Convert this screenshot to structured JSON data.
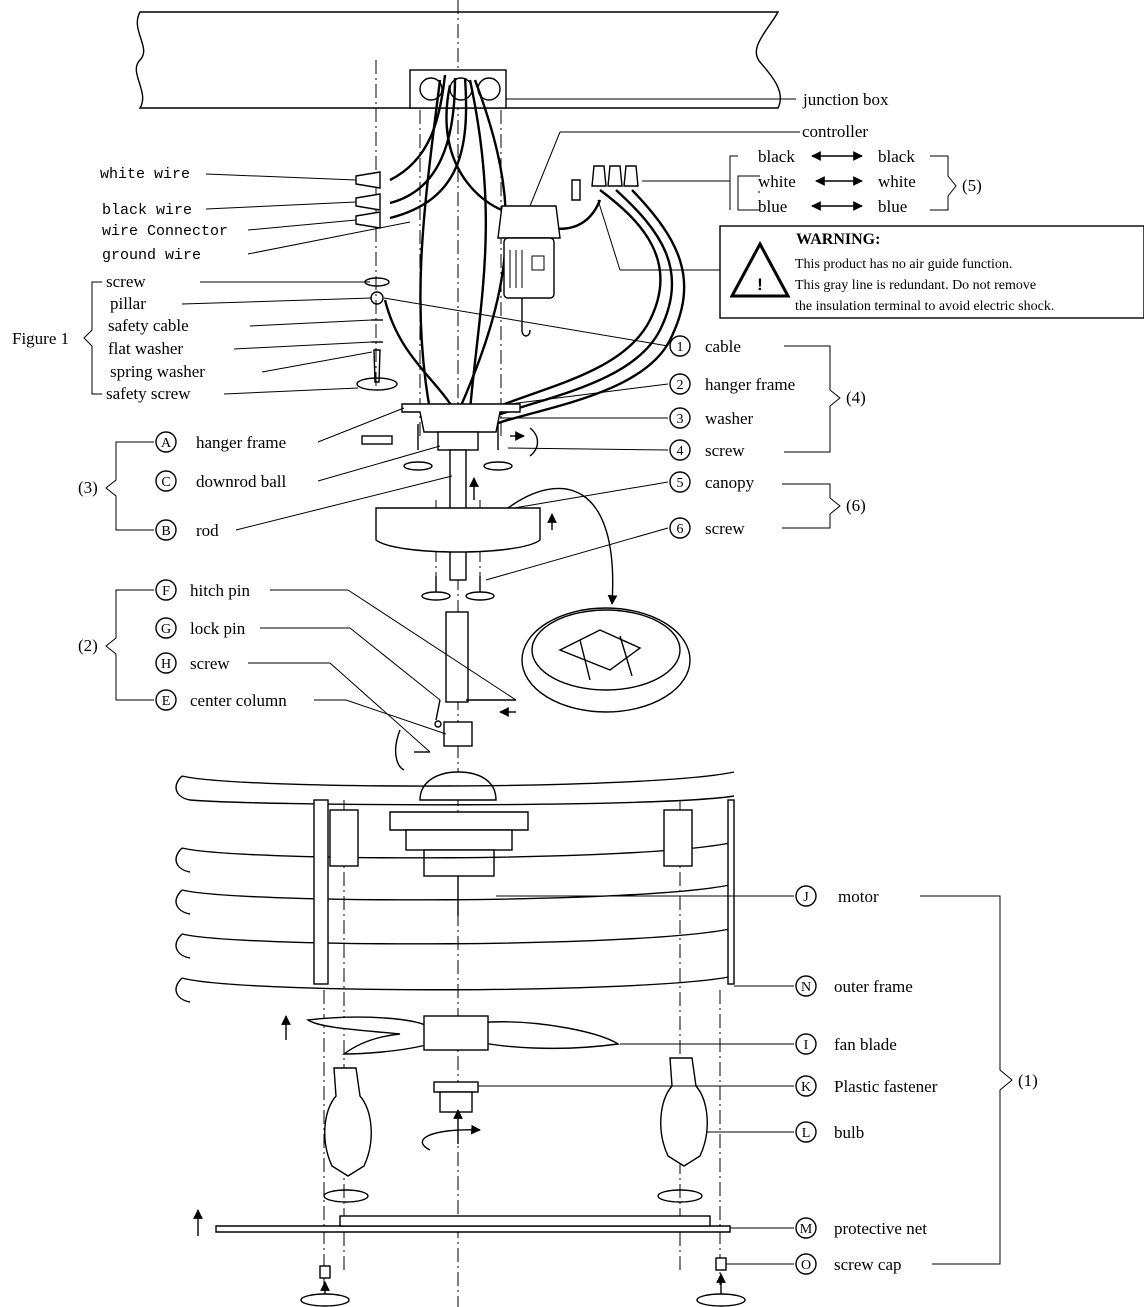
{
  "labels": {
    "junction_box": "junction box",
    "controller": "controller",
    "white_wire": "white wire",
    "black_wire": "black wire",
    "wire_connector": "wire Connector",
    "ground_wire": "ground wire",
    "screw": "screw",
    "pillar": "pillar",
    "safety_cable": "safety cable",
    "flat_washer": "flat washer",
    "spring_washer": "spring washer",
    "safety_screw": "safety screw",
    "figure1": "Figure 1"
  },
  "color_map": {
    "rows": [
      {
        "left": "black",
        "right": "black"
      },
      {
        "left": "white",
        "right": "white"
      },
      {
        "left": "blue",
        "right": "blue"
      }
    ],
    "group": "(5)"
  },
  "warning": {
    "title": "WARNING:",
    "lines": [
      "This product has no air guide function.",
      "This gray line is redundant. Do not remove",
      "the insulation terminal to avoid electric shock."
    ]
  },
  "right_parts": [
    {
      "num": "1",
      "label": "cable"
    },
    {
      "num": "2",
      "label": "hanger frame"
    },
    {
      "num": "3",
      "label": "washer"
    },
    {
      "num": "4",
      "label": "screw"
    },
    {
      "num": "5",
      "label": "canopy"
    },
    {
      "num": "6",
      "label": "screw"
    }
  ],
  "right_groups": [
    "(4)",
    "(6)"
  ],
  "left_group3": {
    "group": "(3)",
    "items": [
      {
        "letter": "A",
        "label": "hanger frame"
      },
      {
        "letter": "C",
        "label": "downrod ball"
      },
      {
        "letter": "B",
        "label": "rod"
      }
    ]
  },
  "left_group2": {
    "group": "(2)",
    "items": [
      {
        "letter": "F",
        "label": "hitch pin"
      },
      {
        "letter": "G",
        "label": "lock pin"
      },
      {
        "letter": "H",
        "label": "screw"
      },
      {
        "letter": "E",
        "label": "center column"
      }
    ]
  },
  "bottom_parts": [
    {
      "letter": "J",
      "label": "motor"
    },
    {
      "letter": "N",
      "label": "outer frame"
    },
    {
      "letter": "I",
      "label": "fan blade"
    },
    {
      "letter": "K",
      "label": "Plastic fastener"
    },
    {
      "letter": "L",
      "label": "bulb"
    },
    {
      "letter": "M",
      "label": "protective net"
    },
    {
      "letter": "O",
      "label": "screw cap"
    }
  ],
  "bottom_group": "(1)"
}
